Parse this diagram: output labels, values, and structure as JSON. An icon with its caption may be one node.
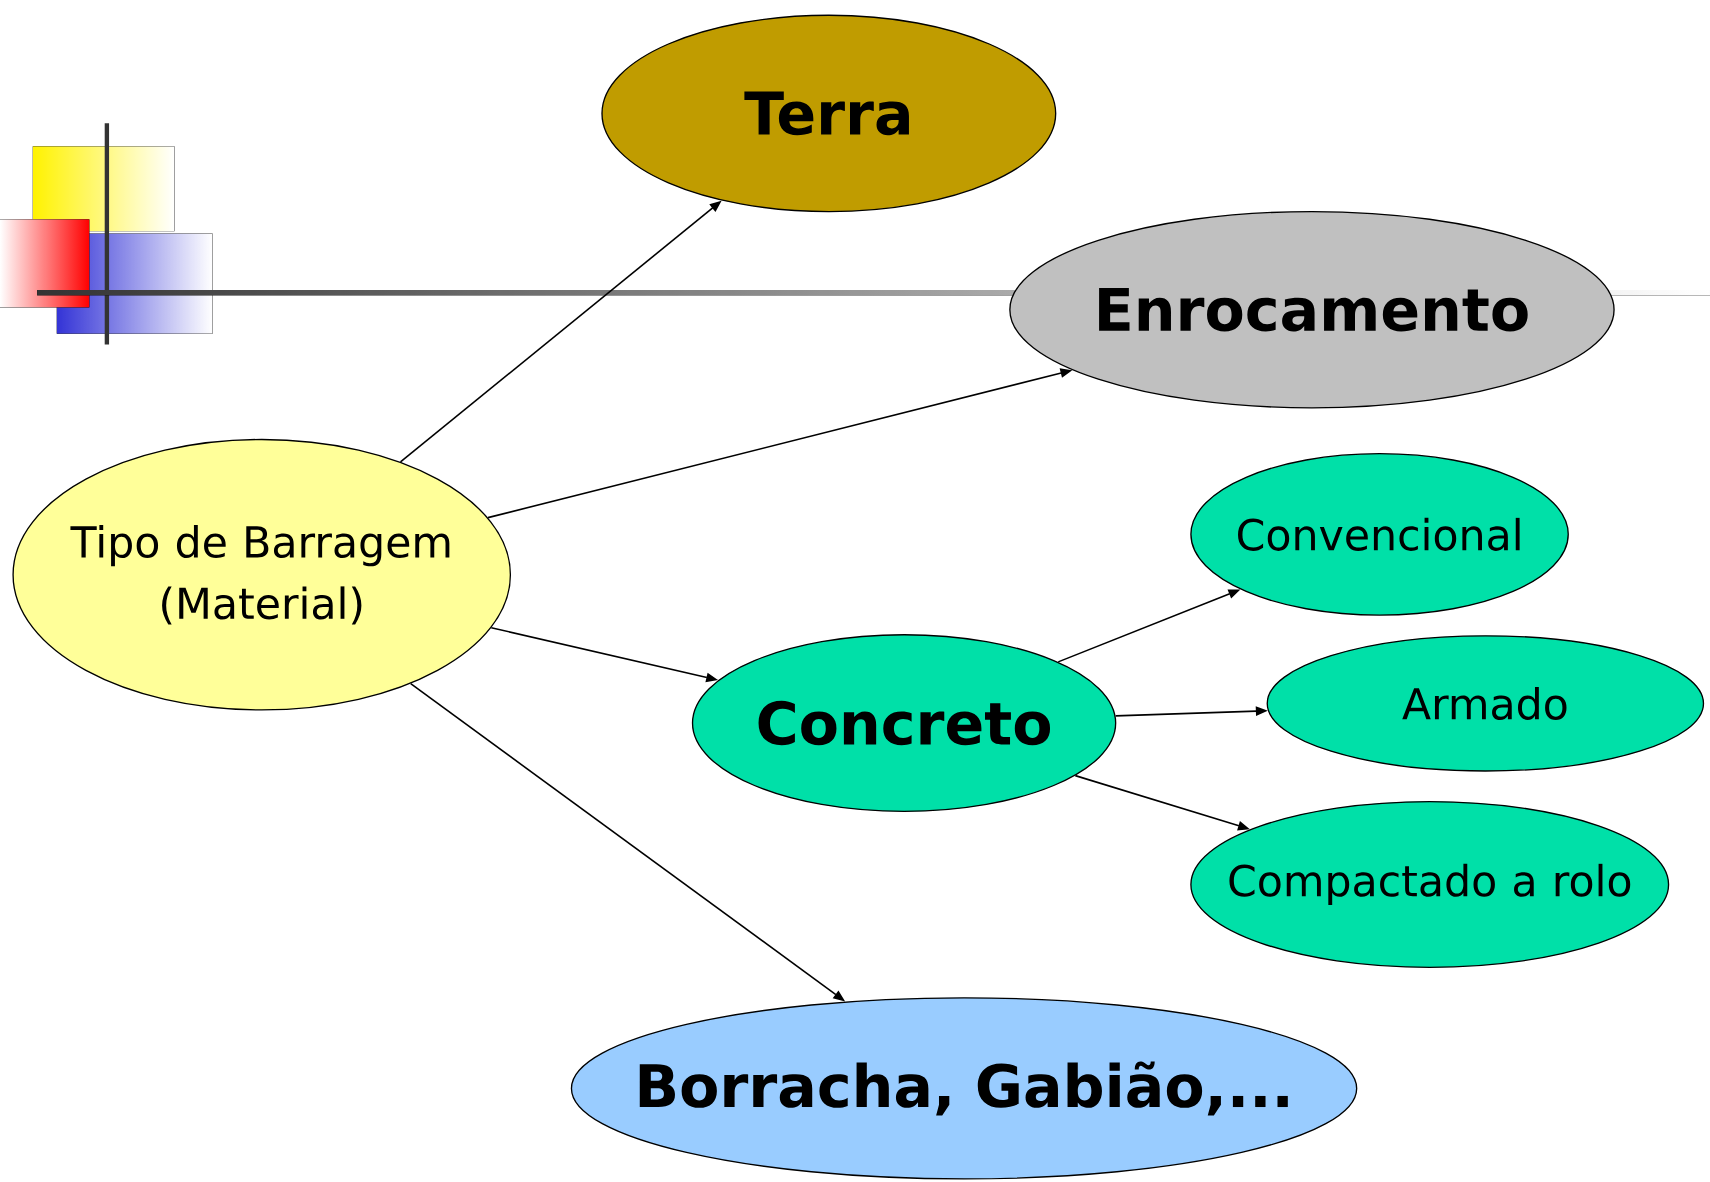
{
  "diagram": {
    "nodes": [
      {
        "text": [
          "Tipo de Barragem (Material)"
        ]
      },
      {
        "text": [
          "Terra"
        ]
      },
      {
        "text": [
          "Enrocamento"
        ]
      },
      {
        "text": [
          "Concreto"
        ]
      },
      {
        "text": [
          "Convencional"
        ]
      },
      {
        "text": [
          "Armado"
        ]
      },
      {
        "text": [
          "Compactado a rolo"
        ]
      },
      {
        "text": [
          "Borracha, Gabião,..."
        ]
      }
    ],
    "edges": [
      {
        "from": 0,
        "to": 1,
        "arrow": "to"
      },
      {
        "from": 0,
        "to": 2,
        "arrow": "to"
      },
      {
        "from": 0,
        "to": 3,
        "arrow": "to"
      },
      {
        "from": 0,
        "to": 7,
        "arrow": "to"
      },
      {
        "from": 3,
        "to": 4,
        "arrow": "to"
      },
      {
        "from": 3,
        "to": 5,
        "arrow": "to"
      },
      {
        "from": 3,
        "to": 6,
        "arrow": "to"
      }
    ]
  }
}
